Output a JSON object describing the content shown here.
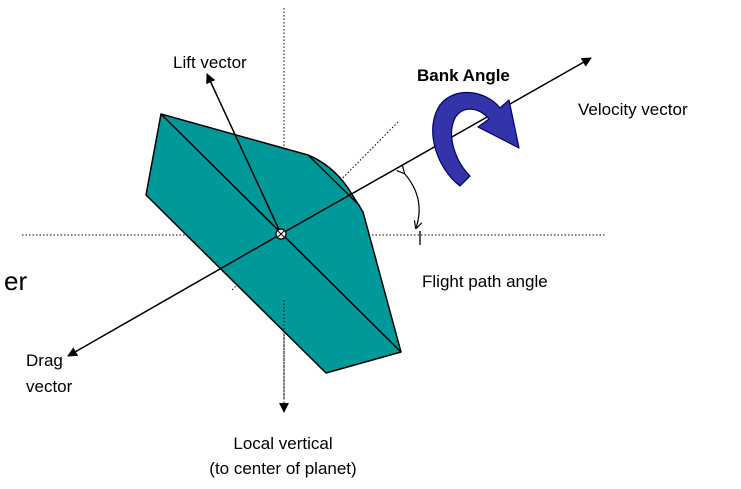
{
  "diagram": {
    "labels": {
      "lift_vector": "Lift vector",
      "bank_angle": "Bank Angle",
      "velocity_vector": "Velocity vector",
      "flight_path_angle": "Flight path angle",
      "drag_line1": "Drag",
      "drag_line2": "vector",
      "local_vertical_line1": "Local vertical",
      "local_vertical_line2": "(to center of planet)",
      "clipped_text": "er"
    },
    "colors": {
      "body_fill": "#009999",
      "bank_arrow_fill": "#3333aa",
      "bank_arrow_stroke": "#000066",
      "line": "#000000"
    }
  }
}
